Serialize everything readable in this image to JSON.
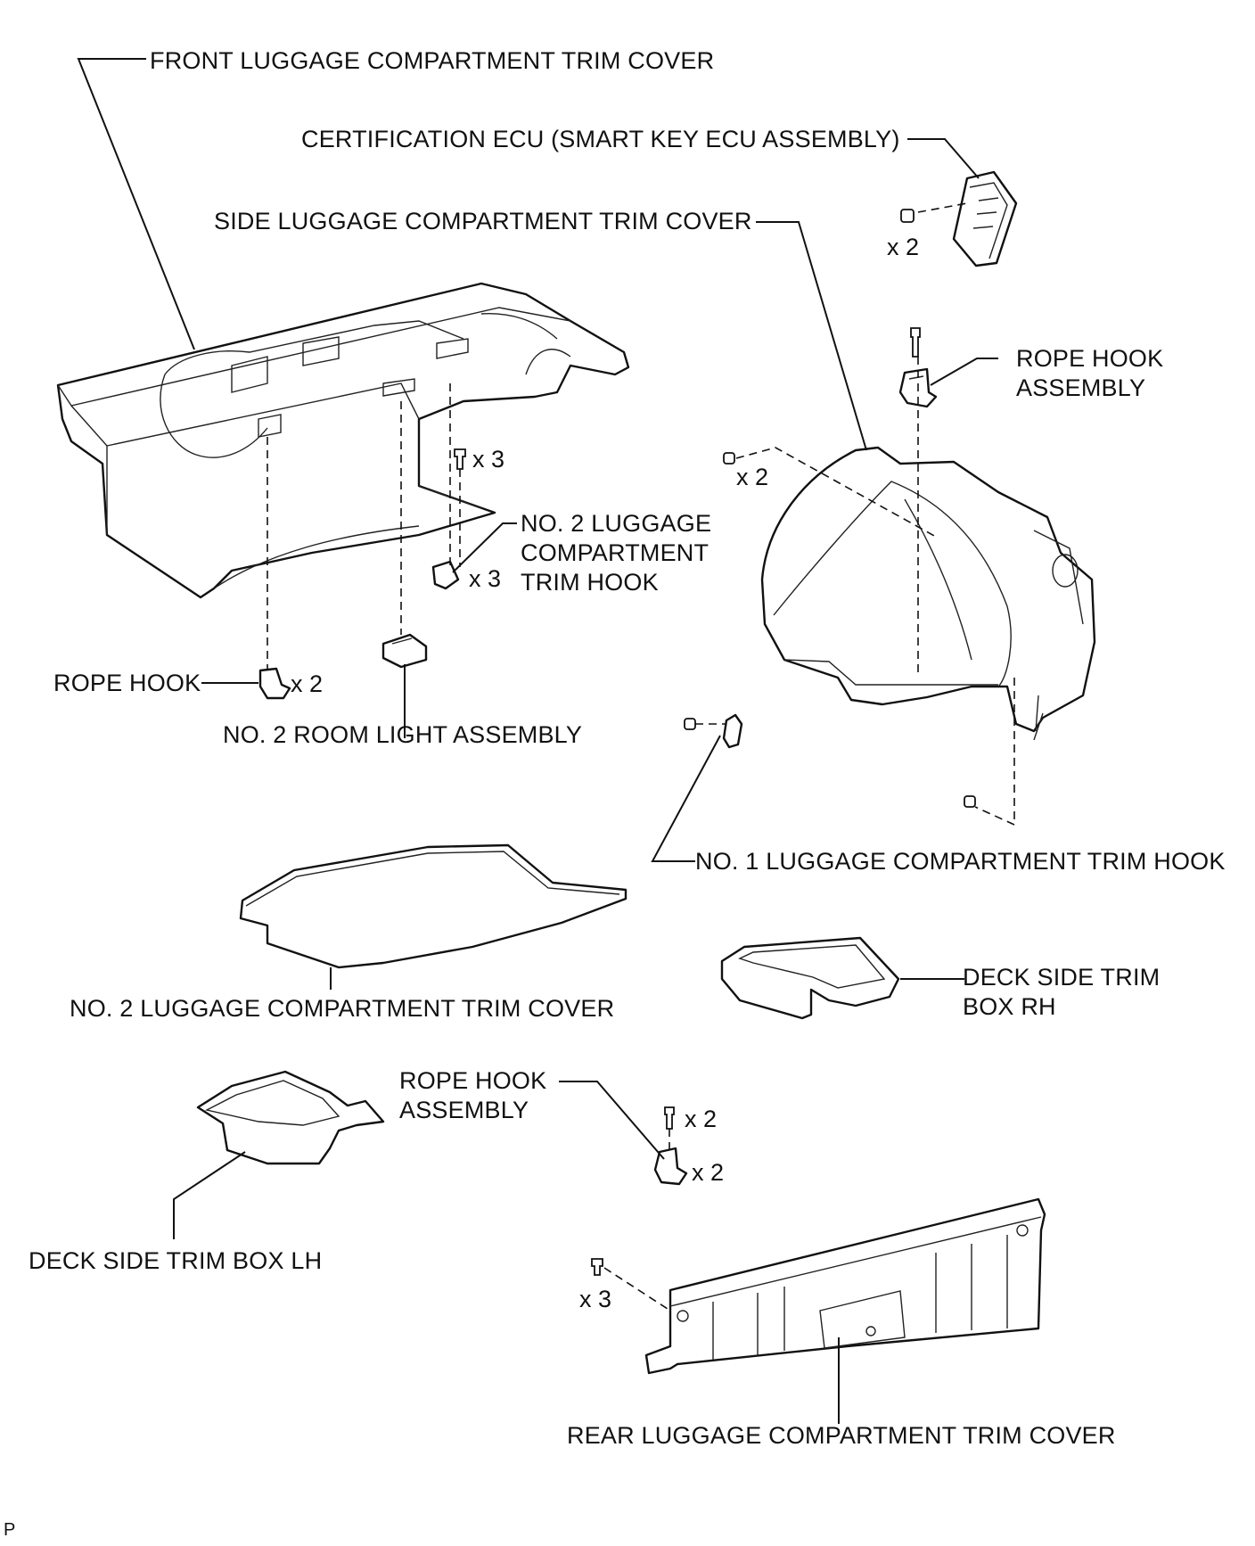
{
  "labels": {
    "front_trim": "FRONT LUGGAGE COMPARTMENT TRIM COVER",
    "cert_ecu": "CERTIFICATION ECU (SMART KEY ECU ASSEMBLY)",
    "side_trim": "SIDE LUGGAGE COMPARTMENT TRIM COVER",
    "rope_hook_assy_upper": "ROPE HOOK\nASSEMBLY",
    "no2_hook": "NO. 2 LUGGAGE\nCOMPARTMENT\nTRIM HOOK",
    "rope_hook": "ROPE HOOK",
    "no2_room_light": "NO. 2 ROOM LIGHT ASSEMBLY",
    "no1_hook": "NO. 1 LUGGAGE COMPARTMENT TRIM HOOK",
    "no2_trim": "NO. 2 LUGGAGE COMPARTMENT TRIM COVER",
    "deck_rh": "DECK SIDE TRIM\nBOX RH",
    "rope_hook_assy_lower": "ROPE HOOK\nASSEMBLY",
    "deck_lh": "DECK SIDE TRIM BOX LH",
    "rear_trim": "REAR LUGGAGE COMPARTMENT TRIM COVER"
  },
  "quantities": {
    "ecu_nut": "x 2",
    "side_clip": "x 2",
    "front_screw": "x 3",
    "no2_hook": "x 3",
    "rope_hook": "x 2",
    "lower_bolt": "x 2",
    "lower_hook": "x 2",
    "rear_clip": "x 3"
  },
  "footer_code": "P"
}
